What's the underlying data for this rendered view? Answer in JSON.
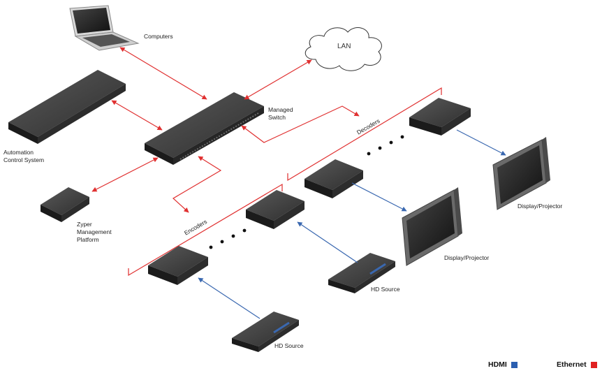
{
  "labels": {
    "computers": "Computers",
    "lan": "LAN",
    "managed_switch": [
      "Managed",
      "Switch"
    ],
    "automation": [
      "Automation",
      "Control System"
    ],
    "zyper": [
      "Zyper",
      "Management",
      "Platform"
    ],
    "decoders": "Decoders",
    "encoders": "Encoders",
    "display_1": "Display/Projector",
    "display_2": "Display/Projector",
    "hd_source_1": "HD Source",
    "hd_source_2": "HD Source"
  },
  "legend": {
    "hdmi": {
      "label": "HDMI",
      "color": "#2b5fb0"
    },
    "ethernet": {
      "label": "Ethernet",
      "color": "#e02020"
    }
  },
  "colors": {
    "ethernet_line": "#e03030",
    "hdmi_line": "#3a68b0",
    "device_dark": "#2a2a2a"
  }
}
